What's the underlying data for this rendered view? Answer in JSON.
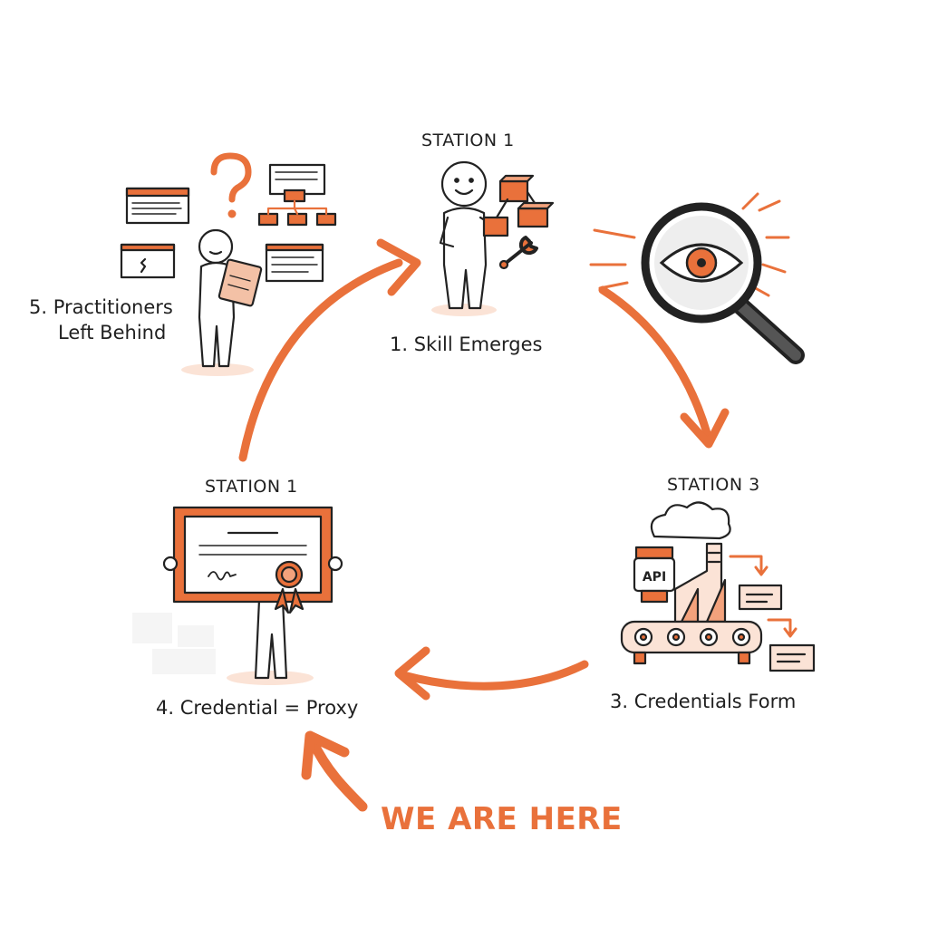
{
  "colors": {
    "accent": "#e9713b",
    "accent_light": "#f7d9c8",
    "ink": "#222222"
  },
  "stations": {
    "s1": {
      "tag": "STATION 1",
      "caption": "1. Skill Emerges"
    },
    "s3": {
      "tag": "STATION 3",
      "caption": "3. Credentials Form"
    },
    "s4": {
      "tag": "STATION 1",
      "caption": "4. Credential = Proxy"
    },
    "s5": {
      "caption_line1": "5. Practitioners",
      "caption_line2": "Left Behind"
    }
  },
  "badge": {
    "api": "API"
  },
  "marker": {
    "text": "WE ARE HERE"
  },
  "icons": [
    "stick-figure-icon",
    "wrench-icon",
    "magnifier-eye-icon",
    "factory-icon",
    "conveyor-icon",
    "certificate-icon",
    "rosette-icon",
    "question-mark-icon",
    "document-icon",
    "flowchart-icon"
  ]
}
